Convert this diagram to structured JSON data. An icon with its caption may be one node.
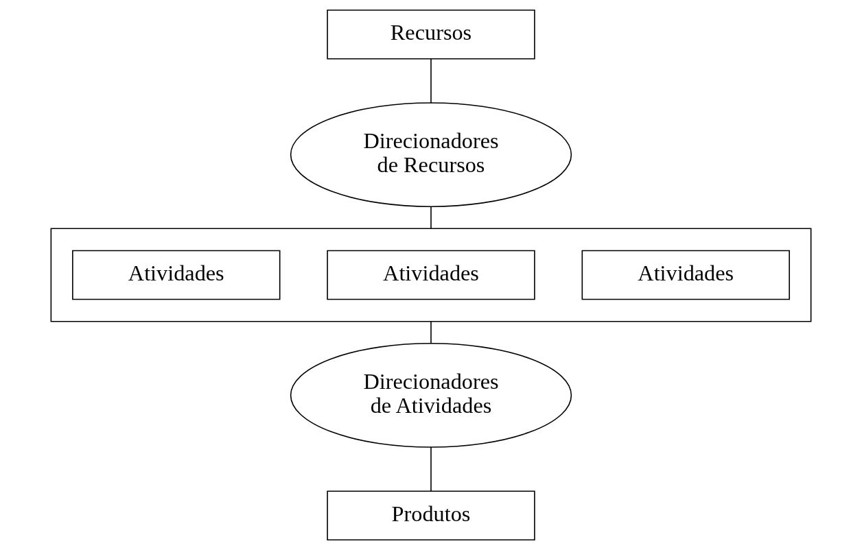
{
  "diagram": {
    "nodes": [
      {
        "text": [
          "Recursos"
        ]
      },
      {
        "text": [
          "Direcionadores de Recursos"
        ]
      },
      {
        "text": [],
        "shape": "box"
      },
      {
        "text": [
          "Atividades"
        ],
        "in": 2
      },
      {
        "text": [
          "Atividades"
        ],
        "in": 2
      },
      {
        "text": [
          "Atividades"
        ],
        "in": 2
      },
      {
        "text": [
          "Direcionadores de Atividades"
        ]
      },
      {
        "text": [
          "Produtos"
        ]
      }
    ],
    "edges": [
      {
        "from": 0,
        "to": 1,
        "arrow": "none"
      },
      {
        "from": 1,
        "to": 2,
        "arrow": "none"
      },
      {
        "from": 2,
        "to": 6,
        "arrow": "none"
      },
      {
        "from": 6,
        "to": 7,
        "arrow": "none"
      }
    ]
  }
}
